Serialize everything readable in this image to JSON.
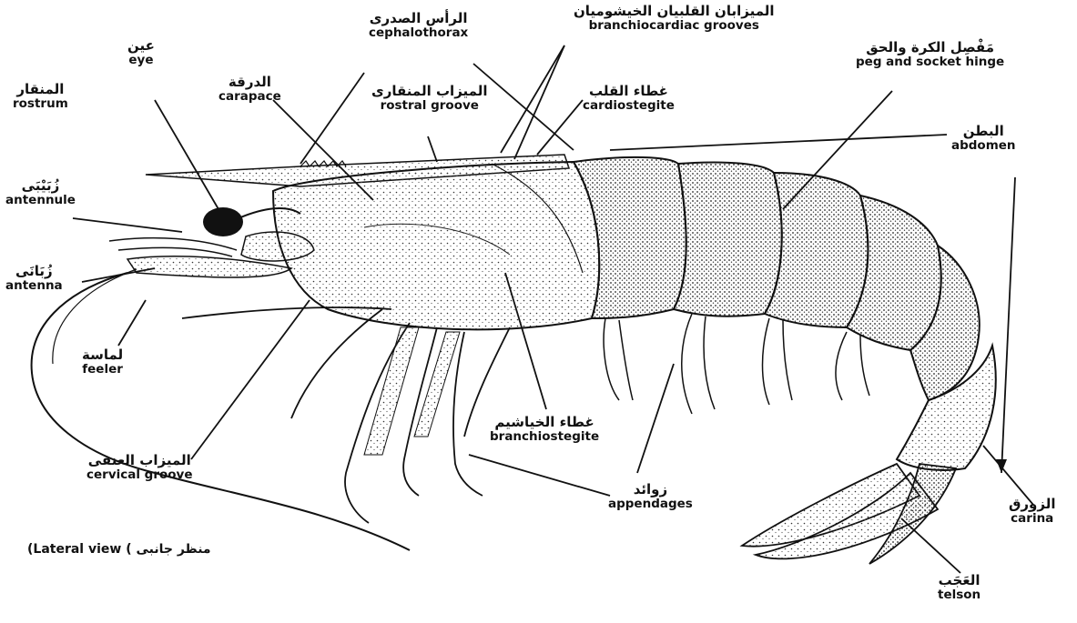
{
  "labels": {
    "rostrum": {
      "ar": "المنقار",
      "en": "rostrum"
    },
    "eye": {
      "ar": "عين",
      "en": "eye"
    },
    "carapace": {
      "ar": "الدرقة",
      "en": "carapace"
    },
    "cephalothorax": {
      "ar": "الرأس الصدرى",
      "en": "cephalothorax"
    },
    "rostral_groove": {
      "ar": "الميزاب المنقارى",
      "en": "rostral groove"
    },
    "branchiocardiac_grooves": {
      "ar": "الميزابان القلبيان الخيشوميان",
      "en": "branchiocardiac grooves"
    },
    "cardiostegite": {
      "ar": "غطاء القلب",
      "en": "cardiostegite"
    },
    "peg_and_socket_hinge": {
      "ar": "مَفْصِل الكرة والحق",
      "en": "peg and socket hinge"
    },
    "abdomen": {
      "ar": "البطن",
      "en": "abdomen"
    },
    "antennule": {
      "ar": "زُبَيْبَى",
      "en": "antennule"
    },
    "antenna": {
      "ar": "زُبَانَى",
      "en": "antenna"
    },
    "feeler": {
      "ar": "لماسة",
      "en": "feeler"
    },
    "cervical_groove": {
      "ar": "الميزاب العنقى",
      "en": "cervical groove"
    },
    "branchiostegite": {
      "ar": "غطاء الخياشيم",
      "en": "branchiostegite"
    },
    "appendages": {
      "ar": "زوائد",
      "en": "appendages"
    },
    "carina": {
      "ar": "الزورق",
      "en": "carina"
    },
    "telson": {
      "ar": "العَجَب",
      "en": "telson"
    }
  },
  "caption": {
    "en": "(Lateral view",
    "ar": "منظر جانبى )"
  },
  "colors": {
    "ink": "#111111",
    "shade": "#555555",
    "background": "#ffffff"
  }
}
